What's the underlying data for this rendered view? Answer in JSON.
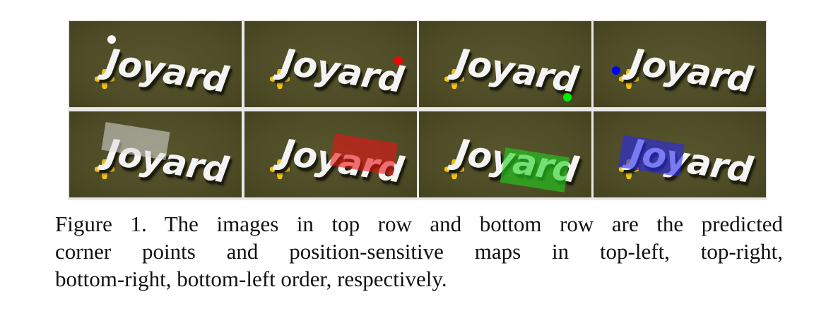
{
  "panels": {
    "logo_text": "Joyard",
    "corner_colors": {
      "top_left": "#ffffff",
      "top_right": "#ff0000",
      "bottom_right": "#00ee00",
      "bottom_left": "#0000ff"
    },
    "map_colors": {
      "top_left": "rgba(220,220,220,0.55)",
      "top_right": "rgba(230,20,20,0.60)",
      "bottom_right": "rgba(30,210,30,0.60)",
      "bottom_left": "rgba(40,40,240,0.60)"
    }
  },
  "caption": {
    "line1": "Figure 1. The images in top row and bottom row are the predicted",
    "line2": "corner points and position-sensitive maps in top-left, top-right,",
    "line3": "bottom-right, bottom-left order, respectively."
  }
}
